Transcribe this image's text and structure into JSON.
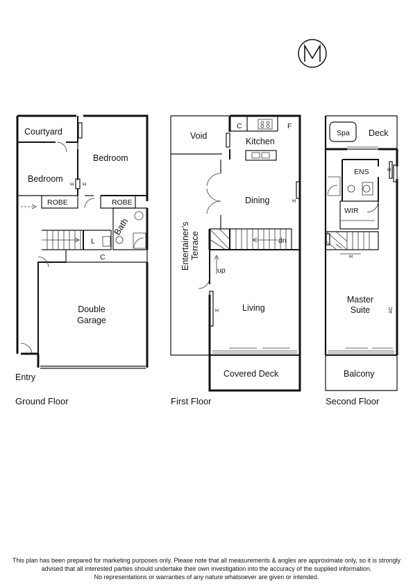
{
  "compass": {
    "icon": "north-arrow-icon"
  },
  "ground_floor": {
    "title": "Ground Floor",
    "rooms": {
      "courtyard": "Courtyard",
      "bedroom_1": "Bedroom",
      "bedroom_2": "Bedroom",
      "robe_1": "ROBE",
      "robe_2": "ROBE",
      "bath": "Bath",
      "laundry": "L",
      "cupboard": "C",
      "garage_line1": "Double",
      "garage_line2": "Garage",
      "entry": "Entry",
      "heater_1": "H",
      "heater_2": "H"
    }
  },
  "first_floor": {
    "title": "First Floor",
    "rooms": {
      "void": "Void",
      "cupboard": "C",
      "fridge": "F",
      "kitchen": "Kitchen",
      "dining": "Dining",
      "terrace_line1": "Entertainer’s",
      "terrace_line2": "Terrace",
      "stairs_down": "dn",
      "stairs_up": "up",
      "living": "Living",
      "covered_deck": "Covered Deck",
      "heater_1": "H",
      "heater_2": "H"
    }
  },
  "second_floor": {
    "title": "Second Floor",
    "rooms": {
      "spa": "Spa",
      "deck": "Deck",
      "ensuite": "ENS",
      "wir": "WIR",
      "master_line1": "Master",
      "master_line2": "Suite",
      "ac": "AC",
      "balcony": "Balcony",
      "heater_1": "H",
      "heater_2": "H"
    }
  },
  "disclaimer": {
    "line1": "This plan has been prepared for marketing purposes only. Please note that all measurements & angles are approximate only, so it is strongly",
    "line2": "advised that all interested parties should undertake their own investigation into the accuracy of the supplied information.",
    "line3": "No representations or warranties of any nature whatsoever are given or intended."
  }
}
